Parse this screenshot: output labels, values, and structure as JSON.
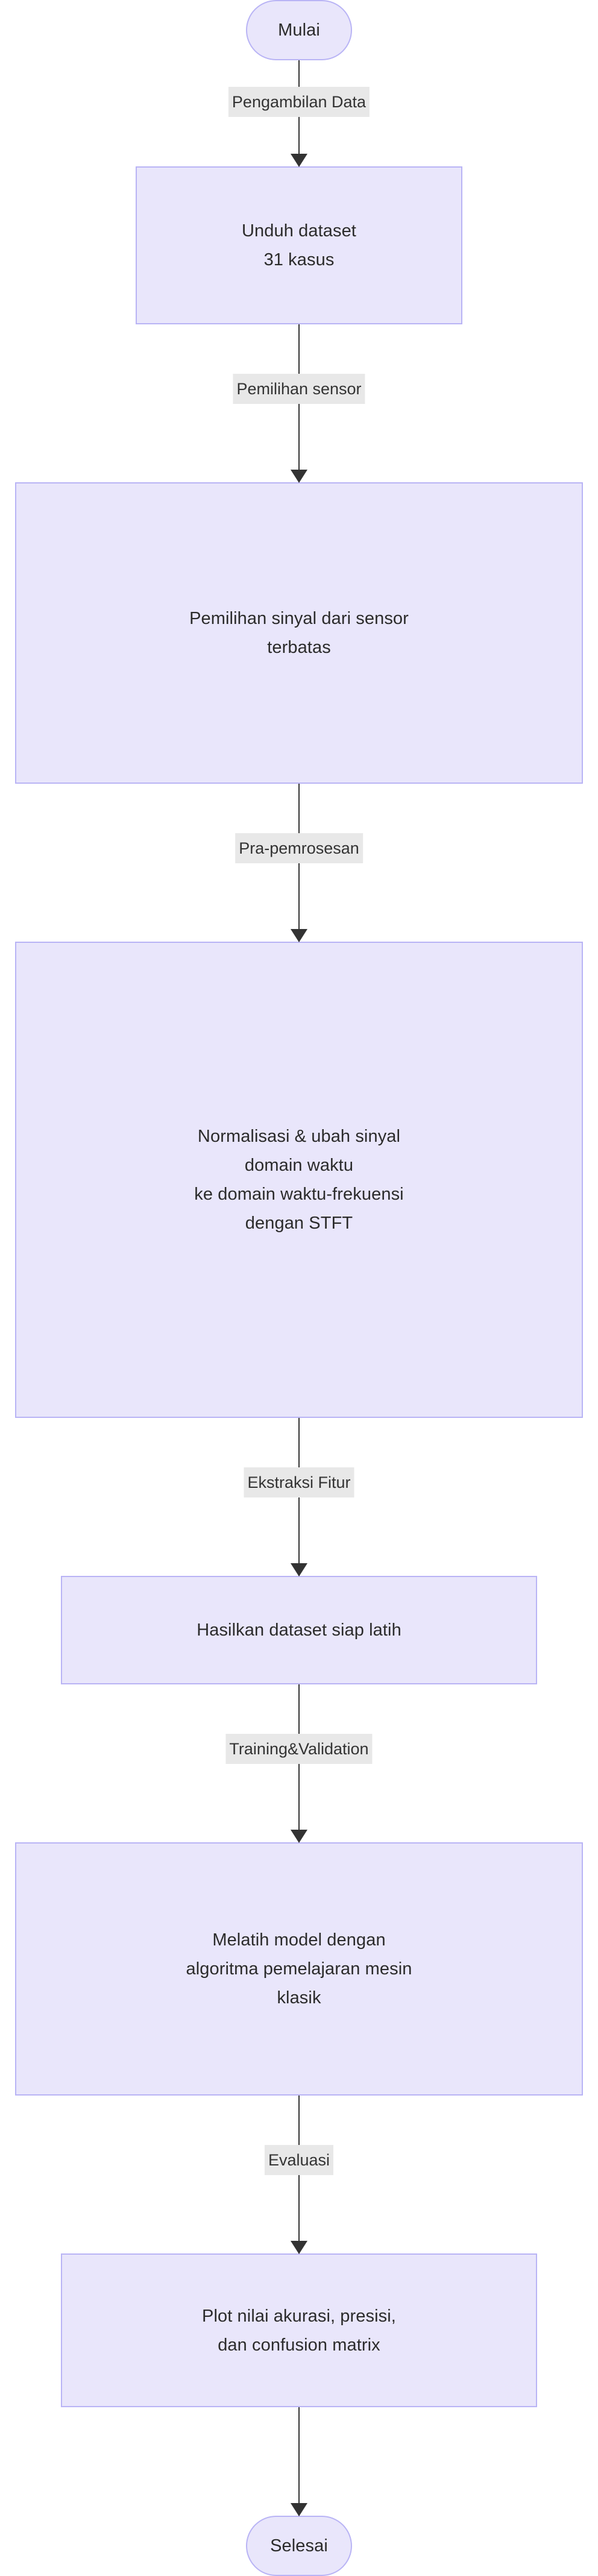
{
  "diagram": {
    "type": "flowchart",
    "orientation": "top-to-bottom",
    "colors": {
      "node_fill": "#e9e6fb",
      "node_border": "#b9b4f5",
      "edge_line": "#333333",
      "edge_label_bg": "#e8e8e8",
      "text": "#2b2b2b",
      "background": "#ffffff"
    },
    "nodes": [
      {
        "id": "start",
        "shape": "stadium",
        "lines": [
          "Mulai"
        ]
      },
      {
        "id": "box1",
        "shape": "rectangle",
        "lines": [
          "Unduh dataset",
          "31 kasus"
        ]
      },
      {
        "id": "box2",
        "shape": "rectangle",
        "lines": [
          "Pemilihan sinyal dari sensor",
          "terbatas"
        ]
      },
      {
        "id": "box3",
        "shape": "rectangle",
        "lines": [
          "Normalisasi & ubah sinyal",
          "domain waktu",
          "ke domain waktu-frekuensi",
          "dengan STFT"
        ]
      },
      {
        "id": "box4",
        "shape": "rectangle",
        "lines": [
          "Hasilkan dataset siap latih"
        ]
      },
      {
        "id": "box5",
        "shape": "rectangle",
        "lines": [
          "Melatih model dengan",
          "algoritma pemelajaran mesin",
          "klasik"
        ]
      },
      {
        "id": "box6",
        "shape": "rectangle",
        "lines": [
          "Plot nilai akurasi, presisi,",
          "dan confusion matrix"
        ]
      },
      {
        "id": "end",
        "shape": "stadium",
        "lines": [
          "Selesai"
        ]
      }
    ],
    "edges": [
      {
        "from": "start",
        "to": "box1",
        "label": "Pengambilan Data"
      },
      {
        "from": "box1",
        "to": "box2",
        "label": "Pemilihan sensor"
      },
      {
        "from": "box2",
        "to": "box3",
        "label": "Pra-pemrosesan"
      },
      {
        "from": "box3",
        "to": "box4",
        "label": "Ekstraksi Fitur"
      },
      {
        "from": "box4",
        "to": "box5",
        "label": "Training&Validation"
      },
      {
        "from": "box5",
        "to": "box6",
        "label": "Evaluasi"
      },
      {
        "from": "box6",
        "to": "end",
        "label": ""
      }
    ]
  }
}
